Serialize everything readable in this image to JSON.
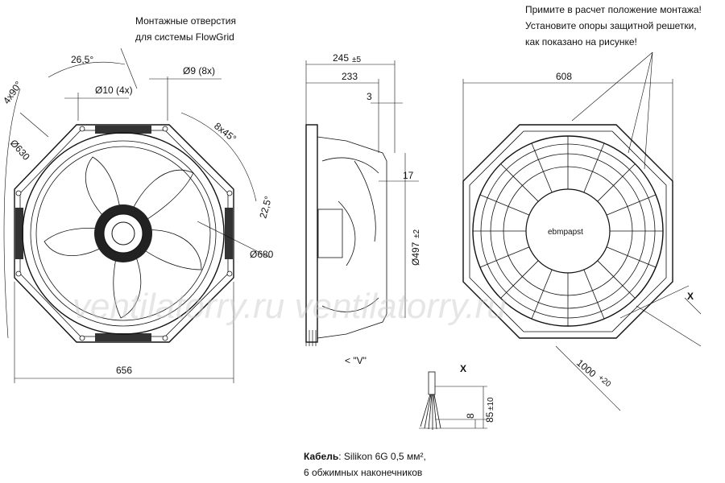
{
  "notes": {
    "mount_holes_l1": "Монтажные отверстия",
    "mount_holes_l2": "для системы FlowGrid",
    "warn_l1": "Примите в расчет положение монтажа!",
    "warn_l2": "Установите опоры защитной решетки,",
    "warn_l3": "как показано на рисунке!"
  },
  "front_view": {
    "dim_26_5": "26,5°",
    "dim_4x90": "4x90°",
    "dim_d10": "Ø10 (4x)",
    "dim_d9": "Ø9 (8x)",
    "dim_8x45": "8x45°",
    "dim_d630": "Ø630",
    "dim_22_5": "22,5°",
    "dim_d680": "Ø680",
    "dim_656": "656"
  },
  "side_view": {
    "dim_245": "245",
    "dim_245_tol": "±5",
    "dim_233": "233",
    "dim_3": "3",
    "dim_17": "17",
    "dim_497": "Ø497",
    "dim_497_tol": "±2",
    "view_label": "< \"V\""
  },
  "rear_view": {
    "dim_608": "608",
    "brand": "ebmpapst",
    "marker_x": "X",
    "dim_1000": "1000",
    "dim_1000_tol": "+20"
  },
  "cable_detail": {
    "marker_x": "X",
    "dim_8": "8",
    "dim_85": "85",
    "dim_85_tol": "±10",
    "cable_label_bold": "Кабель",
    "cable_label_rest": ": Silikon 6G 0,5 мм²,",
    "cable_label_l2": "6 обжимных наконечников"
  },
  "watermark": "ventilatorry.ru     ventilatorry.ru"
}
